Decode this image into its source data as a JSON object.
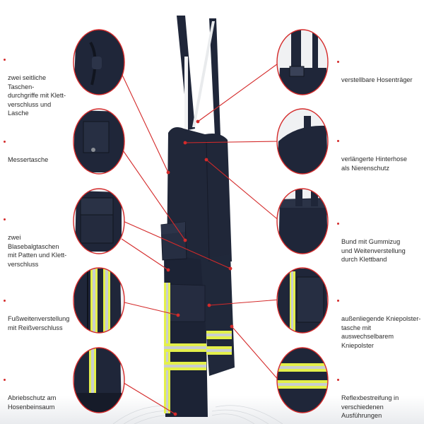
{
  "colors": {
    "accent": "#d42a2a",
    "fabric": "#1f2639",
    "reflective_yellow": "#e4f04a",
    "reflective_silver": "#c8cdd0",
    "text": "#2b2b2b"
  },
  "features_left": [
    {
      "text": "zwei seitliche Taschen-\ndurchgriffe mit Klett-\nverschluss und Lasche",
      "icon": "side-pocket-access-detail"
    },
    {
      "text": "Messertasche",
      "icon": "knife-pocket-detail"
    },
    {
      "text": "zwei Blasebalgtaschen\nmit Patten und Klett-\nverschluss",
      "icon": "bellows-pocket-detail"
    },
    {
      "text": "Fußweitenverstellung\nmit Reißverschluss",
      "icon": "leg-zipper-detail"
    },
    {
      "text": "Abriebschutz am\nHosenbeinsaum",
      "icon": "hem-abrasion-detail"
    }
  ],
  "features_right": [
    {
      "text": "verstellbare Hosenträger",
      "icon": "suspender-detail"
    },
    {
      "text": "verlängerte Hinterhose\nals Nierenschutz",
      "icon": "kidney-protection-detail"
    },
    {
      "text": "Bund mit Gummizug\nund Weitenverstellung\ndurch Klettband",
      "icon": "waistband-detail"
    },
    {
      "text": "außenliegende Kniepolster-\ntasche mit auswechselbarem\nKniepolster",
      "icon": "knee-pad-pocket-detail"
    },
    {
      "text": "Reflexbestreifung in\nverschiedenen Ausführungen",
      "icon": "reflective-stripe-detail"
    }
  ]
}
